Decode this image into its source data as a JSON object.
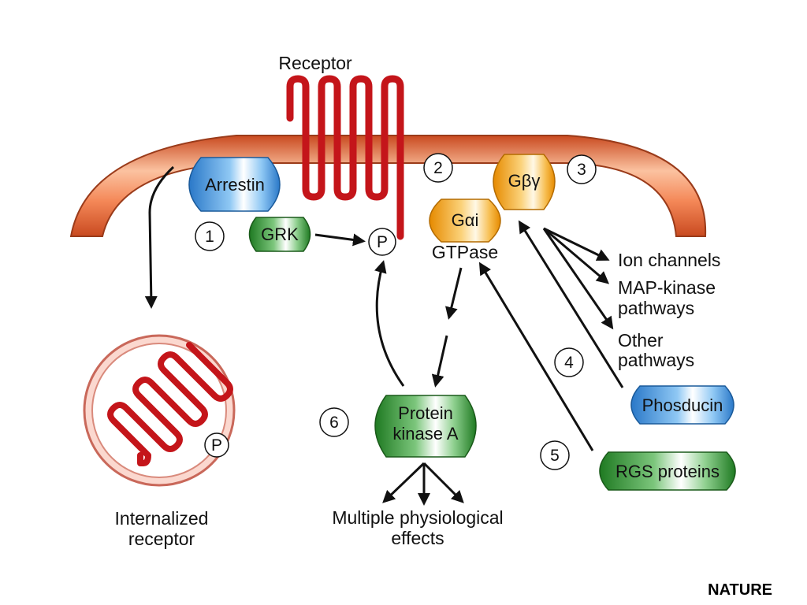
{
  "title": "Receptor",
  "proteins": {
    "arrestin": "Arrestin",
    "grk": "GRK",
    "galpha_i": "Gαi",
    "gtpase": "GTPase",
    "gbetagamma": "Gβγ",
    "pka_line1": "Protein",
    "pka_line2": "kinase A",
    "phosducin": "Phosducin",
    "rgs": "RGS proteins"
  },
  "phosphate": "P",
  "steps": [
    "1",
    "2",
    "3",
    "4",
    "5",
    "6"
  ],
  "outputs": {
    "ion_channels": "Ion channels",
    "mapk_line1": "MAP-kinase",
    "mapk_line2": "pathways",
    "other_line1": "Other",
    "other_line2": "pathways"
  },
  "internalized": {
    "line1": "Internalized",
    "line2": "receptor"
  },
  "effects": {
    "line1": "Multiple physiological",
    "line2": "effects"
  },
  "credit": "NATURE",
  "colors": {
    "membrane": "#f07a50",
    "receptor": "#c4151a",
    "arrestin": "#3f8fd8",
    "grk": "#2f8f2f",
    "galpha": "#f0a020",
    "pka": "#2f8f2f",
    "phosducin": "#3f8fd8",
    "rgs": "#2f8f2f"
  }
}
